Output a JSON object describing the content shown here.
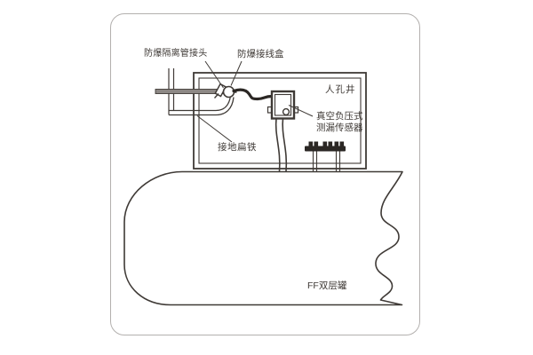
{
  "diagram": {
    "kind": "tank-leak-sensor-installation-diagram",
    "labels": {
      "isolation_connector": "防爆隔离管接头",
      "junction_box": "防爆接线盒",
      "manhole_well": "人孔井",
      "sensor_line1": "真空负压式",
      "sensor_line2": "测漏传感器",
      "grounding_strip": "接地扁铁",
      "tank": "FF双层罐"
    },
    "colors": {
      "line": "#3f3a36",
      "dark_fill": "#2b2724",
      "pipe_fill": "#8d8885",
      "frame_border": "#b3b0ae",
      "background": "#ffffff"
    }
  }
}
